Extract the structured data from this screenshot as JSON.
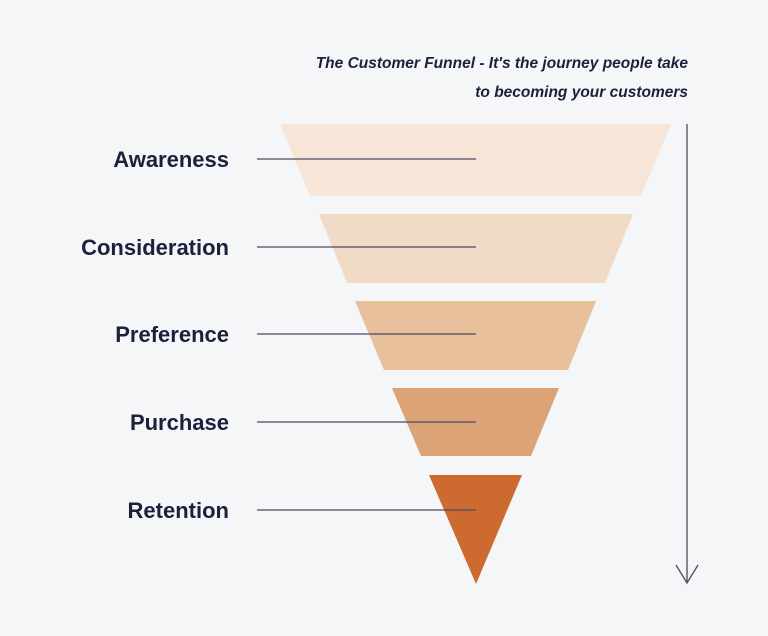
{
  "caption": {
    "line1": "The Customer Funnel - It's the journey people take",
    "line2": "to becoming your customers"
  },
  "stages": [
    {
      "label": "Awareness",
      "color": "#f7e6d8"
    },
    {
      "label": "Consideration",
      "color": "#f1dbc6"
    },
    {
      "label": "Preference",
      "color": "#e8c19c"
    },
    {
      "label": "Purchase",
      "color": "#dba376"
    },
    {
      "label": "Retention",
      "color": "#cd6a2f"
    }
  ],
  "arrow": {
    "direction": "down",
    "color": "#4a4b63"
  },
  "colors": {
    "text": "#1d1f3c",
    "line": "#4a4b63",
    "background": "#f5f6f8"
  }
}
